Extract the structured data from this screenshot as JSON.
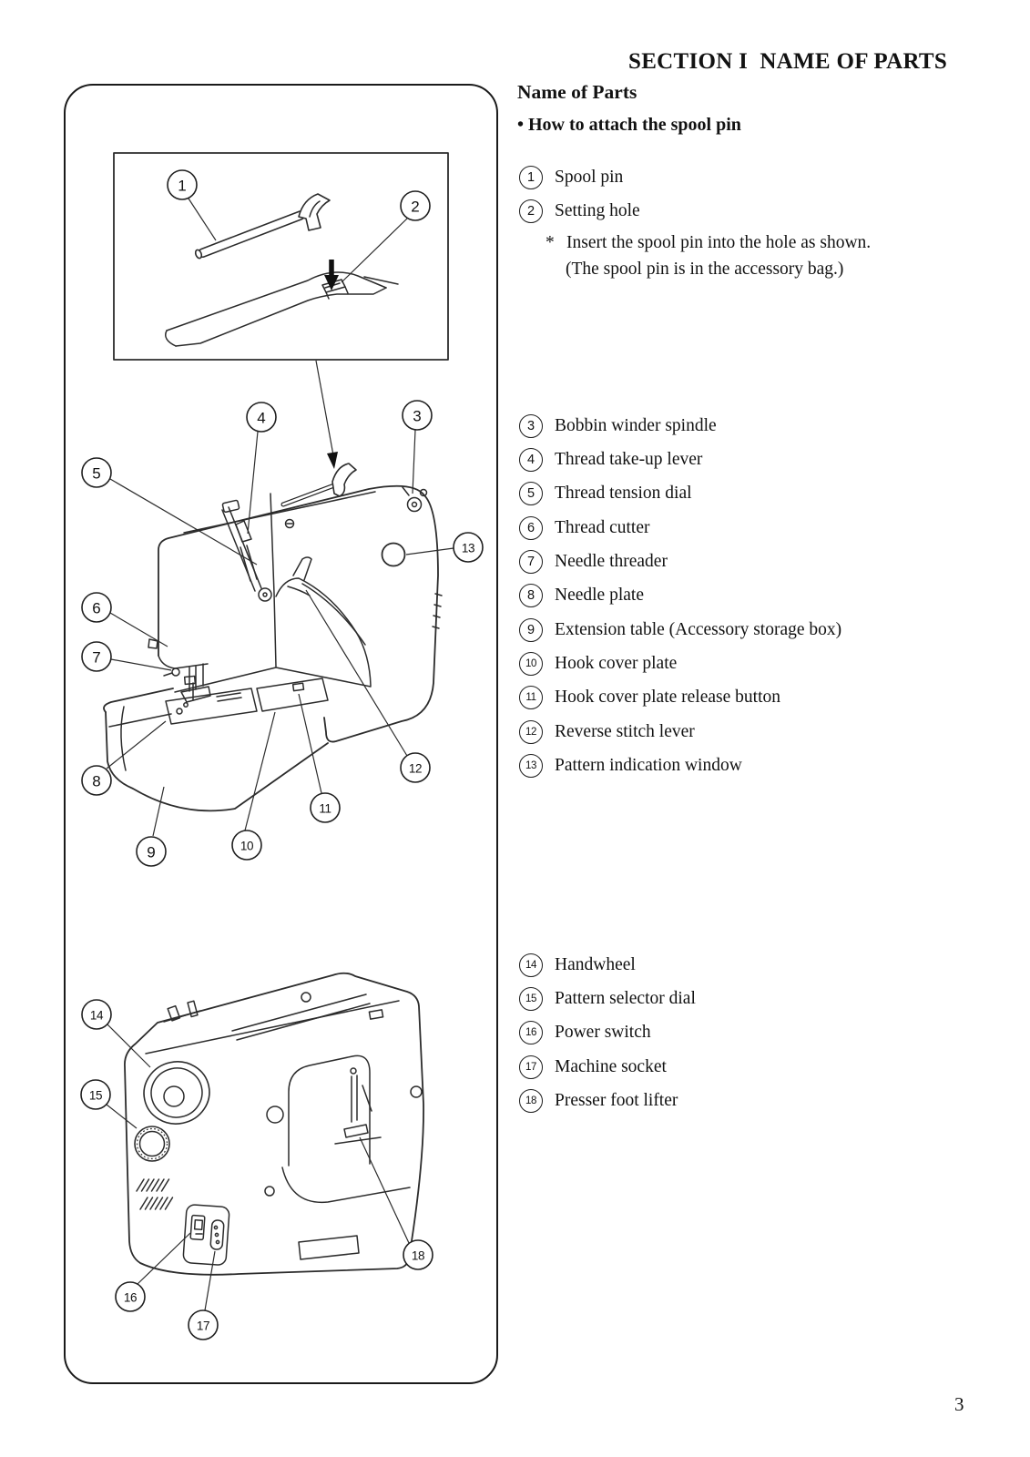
{
  "header": {
    "section_title": "SECTION I  NAME OF PARTS",
    "page_heading": "Name of Parts",
    "bullet_heading": "• How to attach the spool pin"
  },
  "attach_list": {
    "items": [
      {
        "num": "1",
        "label": "Spool pin"
      },
      {
        "num": "2",
        "label": "Setting hole"
      }
    ],
    "note": {
      "star": "*",
      "line1": "Insert the spool pin into the hole as shown.",
      "line2": "(The spool pin is in the accessory bag.)"
    }
  },
  "parts_upper": [
    {
      "num": "3",
      "label": "Bobbin winder spindle"
    },
    {
      "num": "4",
      "label": "Thread take-up lever"
    },
    {
      "num": "5",
      "label": "Thread tension dial"
    },
    {
      "num": "6",
      "label": "Thread cutter"
    },
    {
      "num": "7",
      "label": "Needle threader"
    },
    {
      "num": "8",
      "label": "Needle plate"
    },
    {
      "num": "9",
      "label": "Extension table (Accessory storage box)"
    },
    {
      "num": "10",
      "label": "Hook cover plate"
    },
    {
      "num": "11",
      "label": "Hook cover plate release button"
    },
    {
      "num": "12",
      "label": "Reverse stitch lever"
    },
    {
      "num": "13",
      "label": "Pattern indication window"
    }
  ],
  "parts_lower": [
    {
      "num": "14",
      "label": "Handwheel"
    },
    {
      "num": "15",
      "label": "Pattern selector dial"
    },
    {
      "num": "16",
      "label": "Power switch"
    },
    {
      "num": "17",
      "label": "Machine socket"
    },
    {
      "num": "18",
      "label": "Presser foot lifter"
    }
  ],
  "diagram": {
    "callouts": {
      "c1": "1",
      "c2": "2",
      "c3": "3",
      "c4": "4",
      "c5": "5",
      "c6": "6",
      "c7": "7",
      "c8": "8",
      "c9": "9",
      "c10": "10",
      "c11": "11",
      "c12": "12",
      "c13": "13",
      "c14": "14",
      "c15": "15",
      "c16": "16",
      "c17": "17",
      "c18": "18"
    }
  },
  "footer": {
    "page_number": "3"
  }
}
